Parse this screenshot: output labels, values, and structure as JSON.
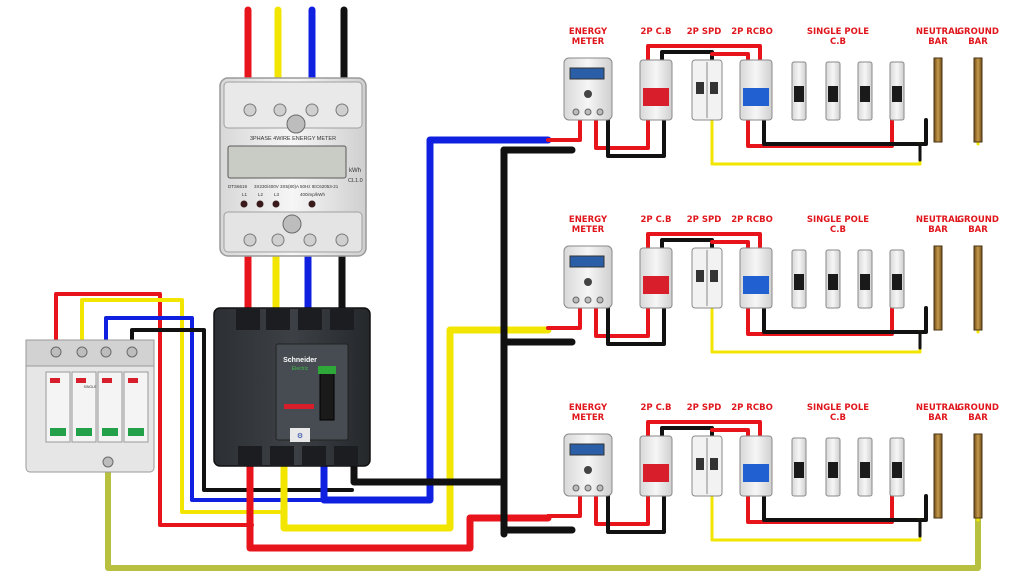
{
  "colors": {
    "red": "#e8141c",
    "yellow": "#f2e600",
    "blue": "#1020e0",
    "black": "#111111",
    "ground": "#b8c040",
    "label": "#e0161c",
    "breaker_red": "#d81e2a",
    "breaker_blue": "#2060d0"
  },
  "main_meter": {
    "title": "3PHASE 4WIRE ENERGY METER",
    "unit": "kWh",
    "class": "CL1.0",
    "spec": "3X230/400V  3X5(80)A  50Hz  IEC62053-21",
    "spec2": "400imp/kWh",
    "model": "DTS6619",
    "terms": [
      "L1",
      "L2",
      "L3"
    ]
  },
  "mccb": {
    "brand": "Schneider",
    "sub": "Electric"
  },
  "spd4": {
    "brand": "SINGLE"
  },
  "panels": [
    {
      "labels": {
        "meter": [
          "ENERGY",
          "METER"
        ],
        "cb2p": [
          "2P C.B"
        ],
        "spd2p": [
          "2P SPD"
        ],
        "rcbo": [
          "2P RCBO"
        ],
        "sp": [
          "SINGLE POLE",
          "C.B"
        ],
        "neutral": [
          "NEUTRAL",
          "BAR"
        ],
        "ground": [
          "GROUND",
          "BAR"
        ]
      }
    },
    {
      "labels": {
        "meter": [
          "ENERGY",
          "METER"
        ],
        "cb2p": [
          "2P C.B"
        ],
        "spd2p": [
          "2P SPD"
        ],
        "rcbo": [
          "2P RCBO"
        ],
        "sp": [
          "SINGLE POLE",
          "C.B"
        ],
        "neutral": [
          "NEUTRAL",
          "BAR"
        ],
        "ground": [
          "GROUND",
          "BAR"
        ]
      }
    },
    {
      "labels": {
        "meter": [
          "ENERGY",
          "METER"
        ],
        "cb2p": [
          "2P C.B"
        ],
        "spd2p": [
          "2P SPD"
        ],
        "rcbo": [
          "2P RCBO"
        ],
        "sp": [
          "SINGLE POLE",
          "C.B"
        ],
        "neutral": [
          "NEUTRAL",
          "BAR"
        ],
        "ground": [
          "GROUND",
          "BAR"
        ]
      }
    }
  ]
}
